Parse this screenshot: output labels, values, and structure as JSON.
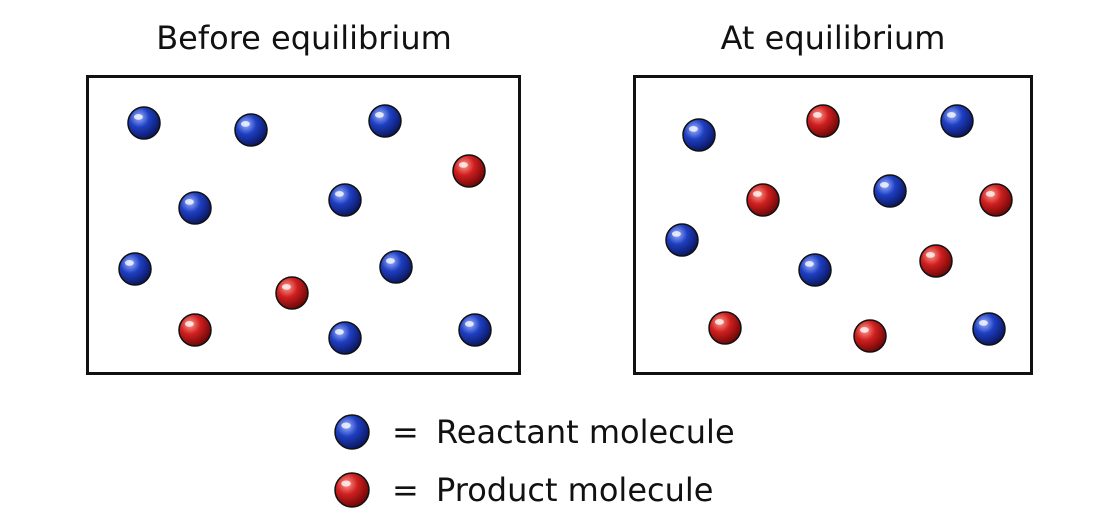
{
  "colors": {
    "reactant": "#1f3fc2",
    "reactant_highlight": "#9fb4ff",
    "reactant_shade": "#0a1760",
    "product": "#cf1f1f",
    "product_highlight": "#ff9b8f",
    "product_shade": "#6e0707"
  },
  "panels": {
    "before": {
      "title": "Before equilibrium",
      "molecules": [
        {
          "kind": "reactant"
        },
        {
          "kind": "reactant"
        },
        {
          "kind": "reactant"
        },
        {
          "kind": "product"
        },
        {
          "kind": "reactant"
        },
        {
          "kind": "reactant"
        },
        {
          "kind": "reactant"
        },
        {
          "kind": "reactant"
        },
        {
          "kind": "product"
        },
        {
          "kind": "product"
        },
        {
          "kind": "reactant"
        },
        {
          "kind": "reactant"
        }
      ]
    },
    "after": {
      "title": "At equilibrium",
      "molecules": [
        {
          "kind": "reactant"
        },
        {
          "kind": "product"
        },
        {
          "kind": "reactant"
        },
        {
          "kind": "product"
        },
        {
          "kind": "reactant"
        },
        {
          "kind": "product"
        },
        {
          "kind": "reactant"
        },
        {
          "kind": "reactant"
        },
        {
          "kind": "product"
        },
        {
          "kind": "product"
        },
        {
          "kind": "product"
        },
        {
          "kind": "reactant"
        }
      ]
    }
  },
  "legend": {
    "equals": "=",
    "reactant_label": "Reactant molecule",
    "product_label": "Product molecule"
  }
}
